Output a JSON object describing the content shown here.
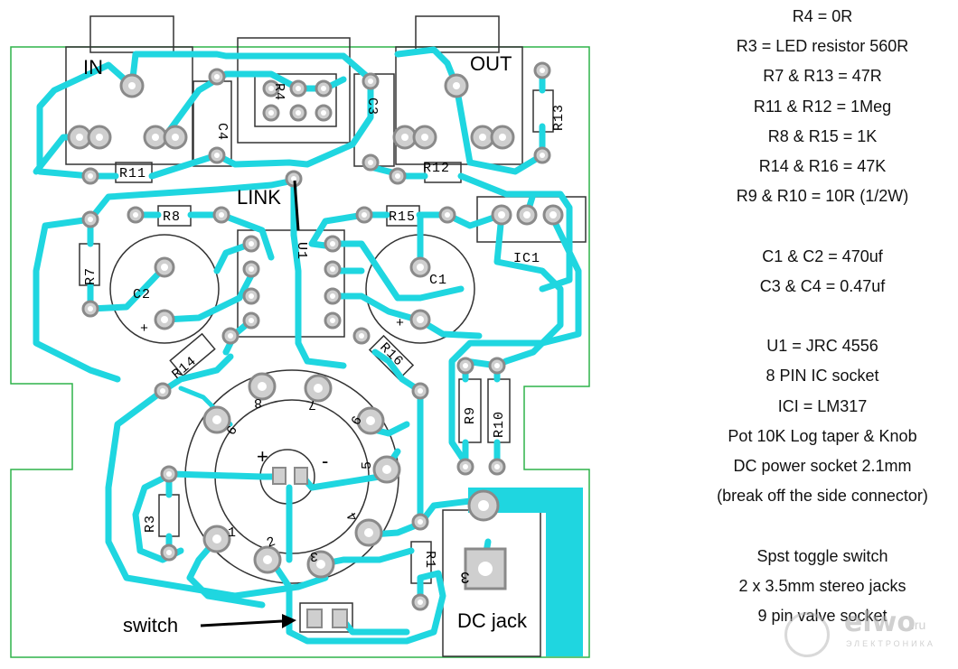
{
  "colors": {
    "track": "#1fd6e0",
    "board_edge": "#2fb34a",
    "pad": "#cfcfcf"
  },
  "board": {
    "labels": {
      "in": "IN",
      "out": "OUT",
      "link": "LINK",
      "switch": "switch",
      "dc_jack": "DC jack",
      "plus": "+",
      "minus": "-"
    },
    "components": {
      "r4": "R4",
      "r3": "R3",
      "r7": "R7",
      "r8": "R8",
      "r9": "R9",
      "r10": "R10",
      "r11": "R11",
      "r12": "R12",
      "r13": "R13",
      "r14": "R14",
      "r15": "R15",
      "r16": "R16",
      "r1": "R1",
      "c1": "C1",
      "c2": "C2",
      "c3": "C3",
      "c4": "C4",
      "u1": "U1",
      "ic1": "IC1"
    },
    "valve_pins": [
      "1",
      "2",
      "3",
      "4",
      "5",
      "6",
      "7",
      "8",
      "9"
    ],
    "dc_pin": "3"
  },
  "bom": {
    "lines": [
      "R4 = 0R",
      "R3 = LED resistor 560R",
      "R7 & R13 = 47R",
      "R11 & R12 = 1Meg",
      "R8 & R15 = 1K",
      "R14 & R16 = 47K",
      "R9 & R10  = 10R  (1/2W)",
      "",
      "C1 & C2 = 470uf",
      "C3 & C4 = 0.47uf",
      "",
      "U1 = JRC 4556",
      "8 PIN IC socket",
      "ICI = LM317",
      "Pot 10K Log taper & Knob",
      "DC power socket 2.1mm",
      "(break off the side connector)",
      "",
      "Spst toggle switch",
      "2 x 3.5mm stereo jacks",
      "9 pin valve socket"
    ]
  },
  "watermark": {
    "brand": "elwo",
    "tld": ".ru",
    "tagline": "ЭЛЕКТРОНИКА"
  }
}
